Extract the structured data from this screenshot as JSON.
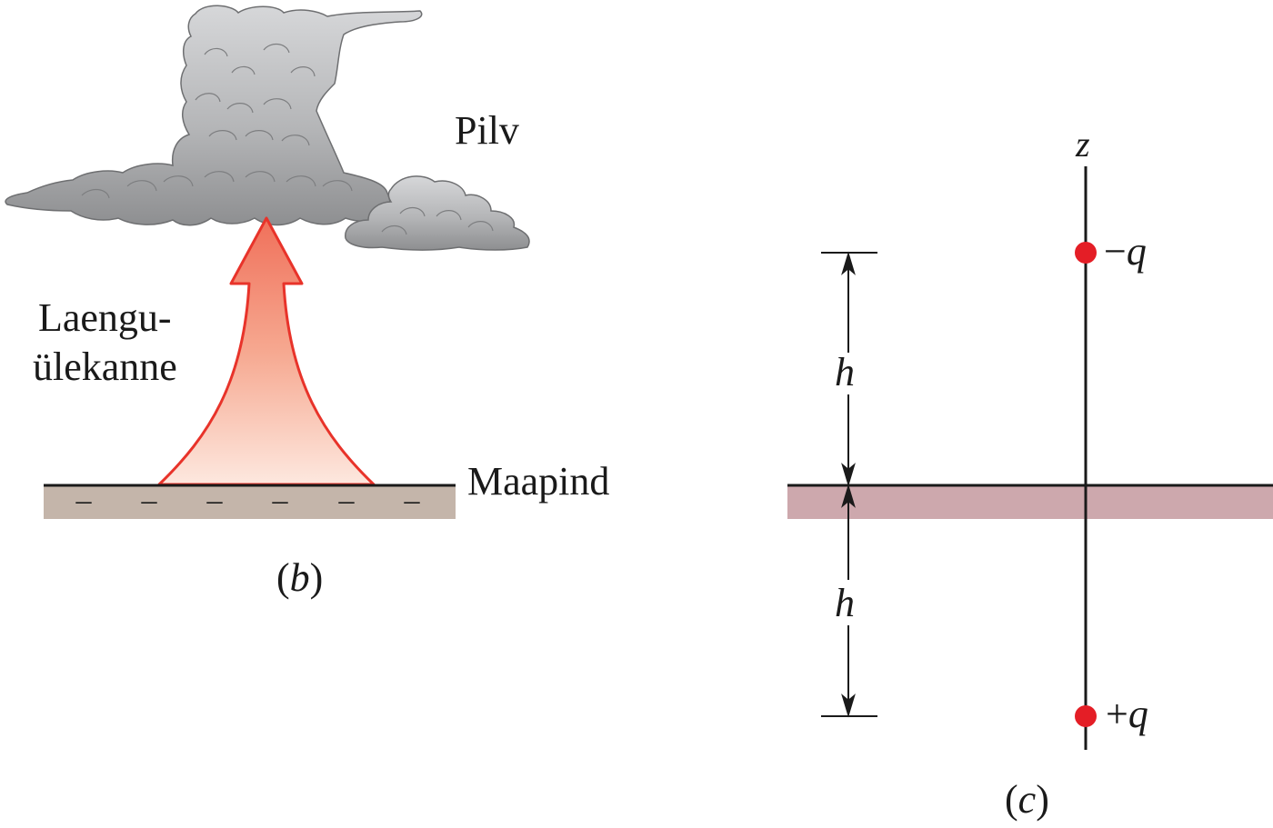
{
  "panel_b": {
    "cloud_label": "Pilv",
    "transfer_label_line1": "Laengu-",
    "transfer_label_line2": "ülekanne",
    "ground_label": "Maapind",
    "ground_charge_sign": "–",
    "caption": "(b)",
    "caption_open": "(",
    "caption_letter": "b",
    "caption_close": ")"
  },
  "panel_c": {
    "axis_label": "z",
    "top_charge_label": "−q",
    "top_charge_sign": "−",
    "top_charge_symbol": "q",
    "bottom_charge_label": "+q",
    "bottom_charge_sign": "+",
    "bottom_charge_symbol": "q",
    "upper_distance_label": "h",
    "lower_distance_label": "h",
    "caption_open": "(",
    "caption_letter": "c",
    "caption_close": ")"
  },
  "colors": {
    "cloud_fill": "#a9aaac",
    "cloud_outline": "#6e6f71",
    "arrow_stroke": "#e8332a",
    "arrow_top": "#f0705a",
    "arrow_bottom": "#fde8df",
    "ground_b": "#c4b5aa",
    "ground_c": "#cda8ad",
    "charge_dot": "#e41e26",
    "line": "#1a1a1a"
  }
}
